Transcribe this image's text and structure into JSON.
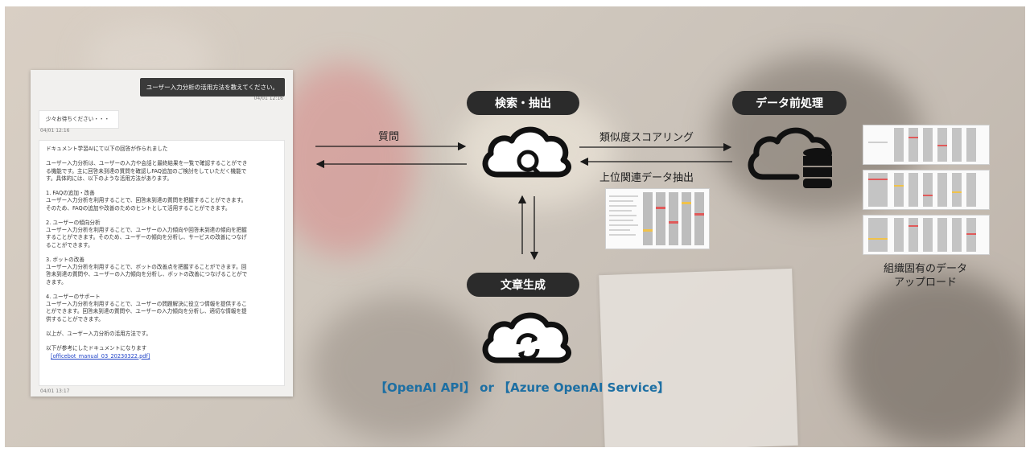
{
  "chat": {
    "user_message": "ユーザー入力分析の活用方法を教えてください。",
    "user_time": "04/01 12:16",
    "wait_message": "少々お待ちください・・・",
    "wait_time": "04/01 12:16",
    "answer_lines": [
      "ドキュメント学習AIにて以下の回答が作られました",
      "",
      "ユーザー入力分析は、ユーザーの入力や会話と最終結果を一覧で確認することができ",
      "る機能です。主に回答未到達の質問を確認しFAQ追加のご検討をしていただく機能で",
      "す。具体的には、以下のような活用方法があります。",
      "",
      "1. FAQの追加・改善",
      "ユーザー入力分析を利用することで、回答未到達の質問を把握することができます。",
      "そのため、FAQの追加や改善のためのヒントとして活用することができます。",
      "",
      "2. ユーザーの傾向分析",
      "ユーザー入力分析を利用することで、ユーザーの入力傾向や回答未到達の傾向を把握",
      "することができます。そのため、ユーザーの傾向を分析し、サービスの改善につなげ",
      "ることができます。",
      "",
      "3. ボットの改善",
      "ユーザー入力分析を利用することで、ボットの改善点を把握することができます。回",
      "答未到達の質問や、ユーザーの入力傾向を分析し、ボットの改善につなげることがで",
      "きます。",
      "",
      "4. ユーザーのサポート",
      "ユーザー入力分析を利用することで、ユーザーの問題解決に役立つ情報を提供するこ",
      "とができます。回答未到達の質問や、ユーザーの入力傾向を分析し、適切な情報を提",
      "供することができます。",
      "",
      "以上が、ユーザー入力分析の活用方法です。",
      "",
      "以下が参考にしたドキュメントになります"
    ],
    "answer_link": "[officebot_manual_03_20230322.pdf]",
    "answer_time": "04/01 13:17"
  },
  "diagram": {
    "search_label": "検索・抽出",
    "preprocess_label": "データ前処理",
    "generate_label": "文章生成",
    "question_label": "質問",
    "similarity_label": "類似度スコアリング",
    "extract_label": "上位関連データ抽出",
    "upload_label_line1": "組織固有のデータ",
    "upload_label_line2": "アップロード",
    "footer_text": "【OpenAI API】 or 【Azure OpenAI Service】"
  },
  "colors": {
    "pill_bg": "#2b2b2b",
    "footer_blue": "#1d6fa3",
    "arrow": "#1a1a1a"
  },
  "icons": [
    "cloud-search-icon",
    "cloud-database-icon",
    "cloud-sync-icon",
    "document-thumbnail-icon"
  ]
}
